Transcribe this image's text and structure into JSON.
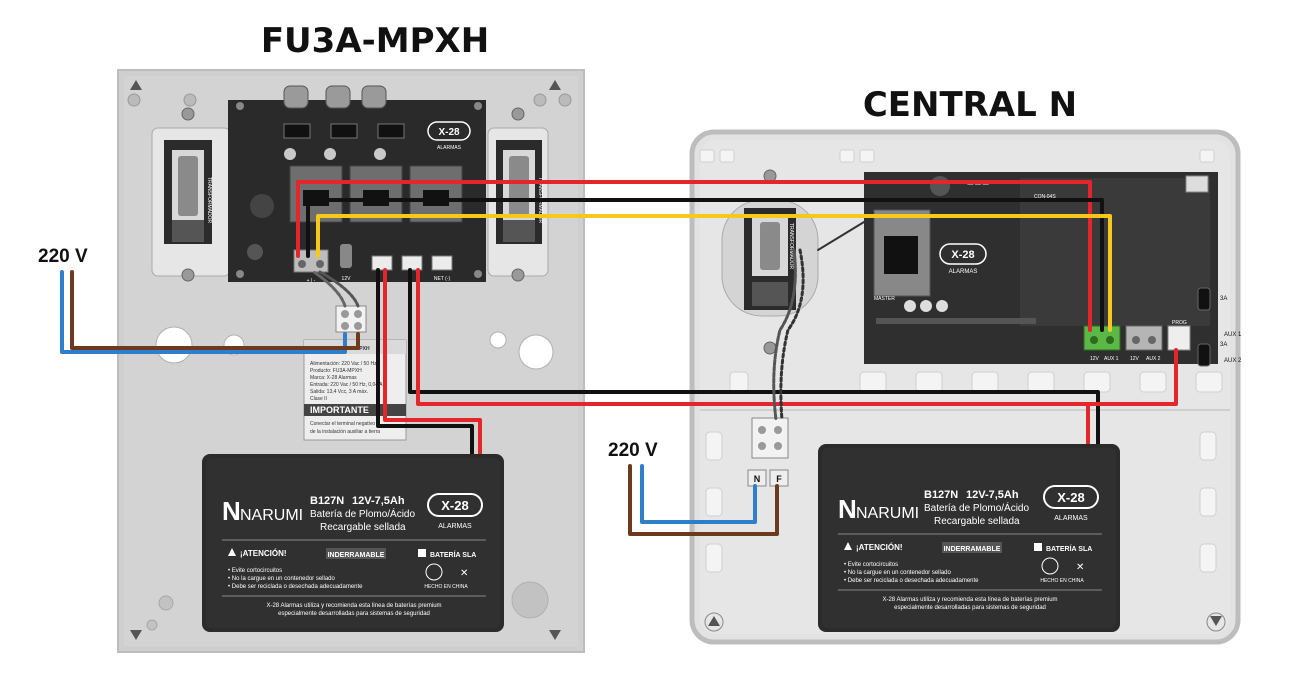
{
  "titles": {
    "left": "FU3A-MPXH",
    "right": "CENTRAL N"
  },
  "mains": {
    "left_voltage": "220 V",
    "right_voltage": "220 V"
  },
  "transformer": {
    "label": "TRANSFORMADOR"
  },
  "fu3a_board": {
    "brand": "X-28",
    "brand_sub": "ALARMAS",
    "term_a": "+ | -",
    "term_vbat": "12V",
    "term_net": "NET (-)"
  },
  "label_plate": {
    "title": "FU3A-MPXH",
    "lines": [
      "Alimentación: 220 Vac / 50 Hz",
      "Producto: FU3A-MPXH",
      "Marca: X-28 Alarmas",
      "Entrada: 220 Vac / 50 Hz, 0,04 A",
      "Salida: 13,4 Vcc, 3 A máx.",
      "Clase II"
    ],
    "important": "IMPORTANTE",
    "note_1": "Conectar el terminal negativo",
    "note_2": "de la instalación auxiliar a tierra"
  },
  "central_board": {
    "brand": "X-28",
    "brand_sub": "ALARMAS",
    "master": "MASTER",
    "con": "CON-04S",
    "aux1": "AUX 1",
    "aux2": "AUX 2",
    "prog": "PROG",
    "fuse": "3A",
    "term_12v": "12V",
    "term_aux": "AUX 1",
    "term_12v_b": "12V",
    "term_aux_b": "AUX 2"
  },
  "fuse_terminal": {
    "n": "N",
    "f": "F"
  },
  "battery": {
    "brand": "NARUMI",
    "model": "B127N",
    "rating": "12V-7,5Ah",
    "type_line": "Batería de Plomo/Ácido",
    "recharge": "Recargable sellada",
    "logo": "X-28",
    "logo_sub": "ALARMAS",
    "attention": "¡ATENCIÓN!",
    "nonflammable": "INDERRAMABLE",
    "sla": "BATERÍA SLA",
    "warnings": [
      "• Evite cortocircuitos",
      "• No la cargue en un contenedor sellado",
      "• Debe ser reciclada o desechada adecuadamente"
    ],
    "made": "HECHO EN CHINA",
    "footer_1": "X-28 Alarmas utiliza y recomienda esta línea de baterías premium",
    "footer_2": "especialmente desarrolladas para sistemas de seguridad"
  },
  "colors": {
    "red_wire": "#e4262b",
    "black_wire": "#111111",
    "yellow_wire": "#f6c81e",
    "blue_wire": "#2f7ec7",
    "brown_wire": "#6b3a1f",
    "green_terminal": "#5bb847"
  }
}
